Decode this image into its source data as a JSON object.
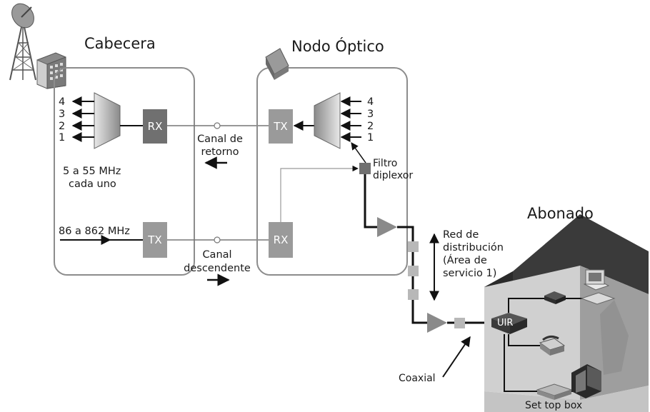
{
  "cabecera": {
    "title": "Cabecera",
    "rx": "RX",
    "tx": "TX",
    "channels": [
      "4",
      "3",
      "2",
      "1"
    ],
    "band_return": "5 a 55 MHz",
    "band_return_2": "cada uno",
    "band_down": "86 a 862 MHz"
  },
  "links": {
    "return_1": "Canal de",
    "return_2": "retorno",
    "down_1": "Canal",
    "down_2": "descendente"
  },
  "nodo": {
    "title": "Nodo Óptico",
    "tx": "TX",
    "rx": "RX",
    "channels": [
      "4",
      "3",
      "2",
      "1"
    ],
    "filter_1": "Filtro",
    "filter_2": "diplexor"
  },
  "red": {
    "line1": "Red de",
    "line2": "distribución",
    "line3": "(Área de",
    "line4": "servicio 1)"
  },
  "abonado": {
    "title": "Abonado",
    "uir": "UIR",
    "coaxial": "Coaxial",
    "settop": "Set top box"
  },
  "colors": {
    "box_dark": "#707070",
    "box_light": "#9a9a9a",
    "amp": "#8a8a8a",
    "tap": "#b8b8b8",
    "panel_border": "#8c8c8c"
  }
}
